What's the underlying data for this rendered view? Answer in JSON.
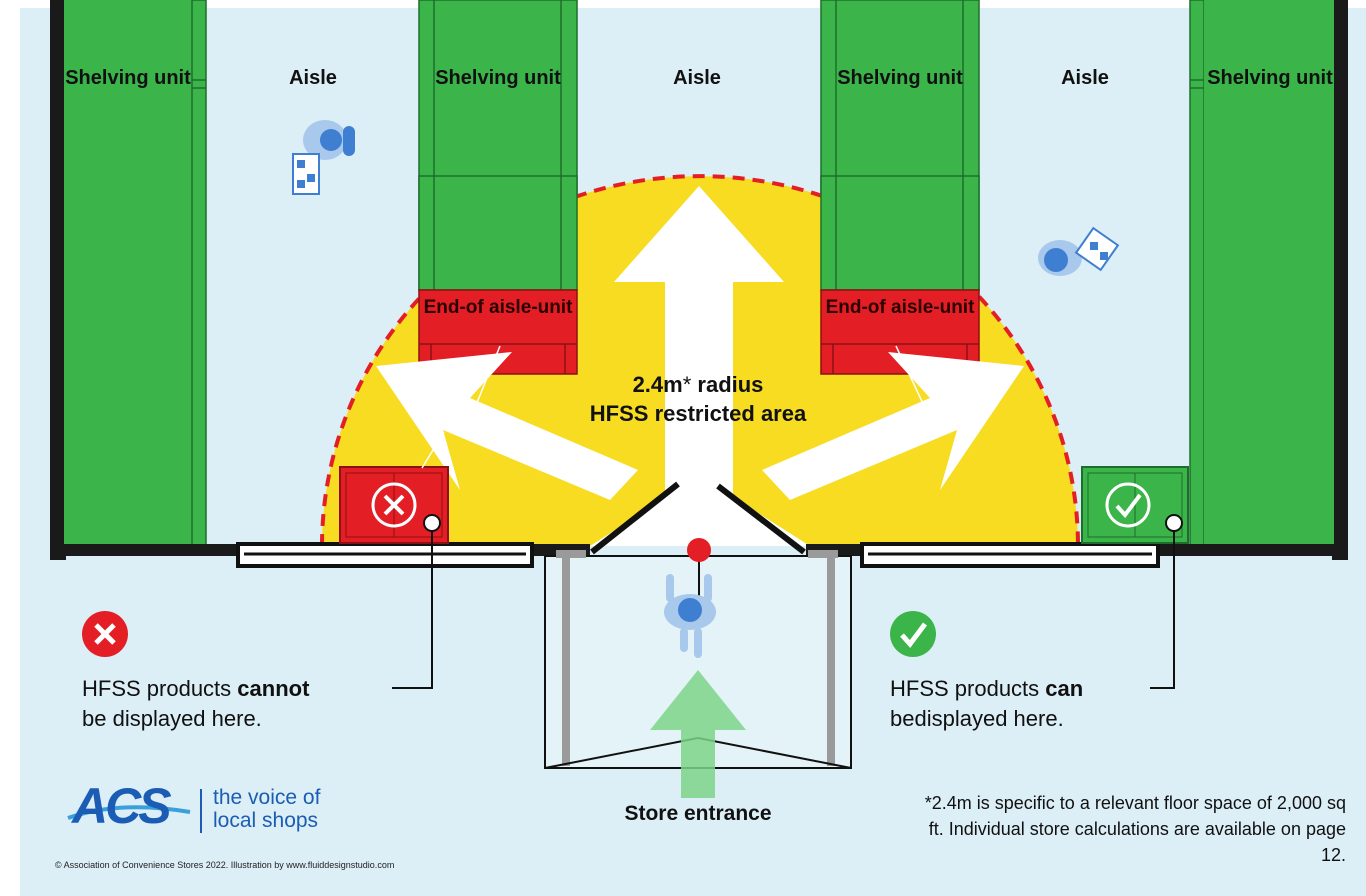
{
  "labels": {
    "shelving_unit": "Shelving unit",
    "aisle": "Aisle",
    "end_of_aisle_unit": "End-of aisle-unit",
    "radius_main": "2.4m",
    "radius_star": "*",
    "radius_rest": " radius",
    "restricted_area": "HFSS restricted area",
    "store_entrance": "Store entrance"
  },
  "captions": {
    "cannot_pre": "HFSS products ",
    "cannot_bold": "cannot",
    "cannot_post": "be displayed here.",
    "can_pre": "HFSS products ",
    "can_bold": "can",
    "can_post": "bedisplayed here."
  },
  "footnote": "*2.4m is specific to a relevant floor space of 2,000 sq ft. Individual store calculations are available on page 12.",
  "logo": {
    "name": "ACS",
    "tagline_1": "the voice of",
    "tagline_2": "local shops"
  },
  "copyright": "© Association of Convenience Stores 2022. Illustration by www.fluiddesignstudio.com",
  "icons": [
    "cross-icon",
    "check-icon",
    "shopper-icon",
    "entrance-arrow-icon"
  ],
  "colors": {
    "background": "#dceef6",
    "shelving": "#3bb44a",
    "restricted_area": "#f7dc22",
    "end_of_aisle": "#e31e24",
    "allowed": "#3bb44a",
    "not_allowed": "#e31e24",
    "brand": "#1b5db5",
    "wall": "#1a1a1a"
  }
}
